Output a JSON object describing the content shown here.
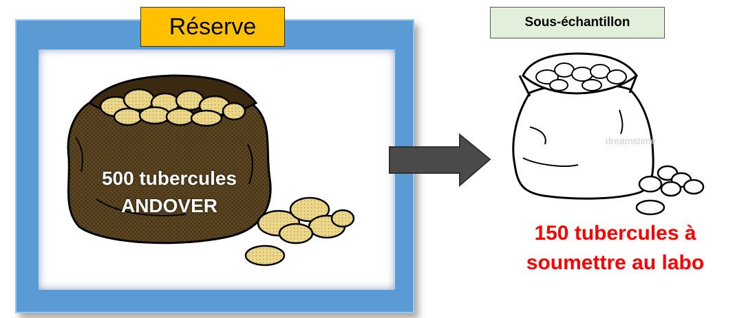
{
  "reserve_label": "Réserve",
  "subsample_label": "Sous-échantillon",
  "stock": {
    "line1": "500 tubercules",
    "line2": "ANDOVER"
  },
  "subsample_caption": {
    "line1": "150 tubercules à",
    "line2": "soumettre au labo"
  },
  "watermark": "dreamstime",
  "colors": {
    "frame_blue": "#5b9bd5",
    "label_orange": "#ffc000",
    "label_green": "#e2efda",
    "sack_brown": "#5a4420",
    "potato_yellow": "#ecd68a",
    "arrow_gray": "#4a4a4a",
    "caption_red": "#ff0000"
  }
}
